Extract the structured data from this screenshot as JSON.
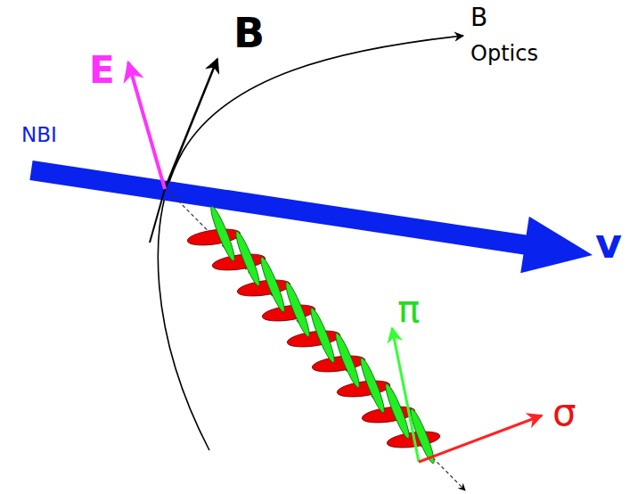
{
  "diagram": {
    "labels": [
      "B",
      "E",
      "NBI",
      "v",
      "B",
      "Optics",
      "π",
      "σ"
    ]
  }
}
